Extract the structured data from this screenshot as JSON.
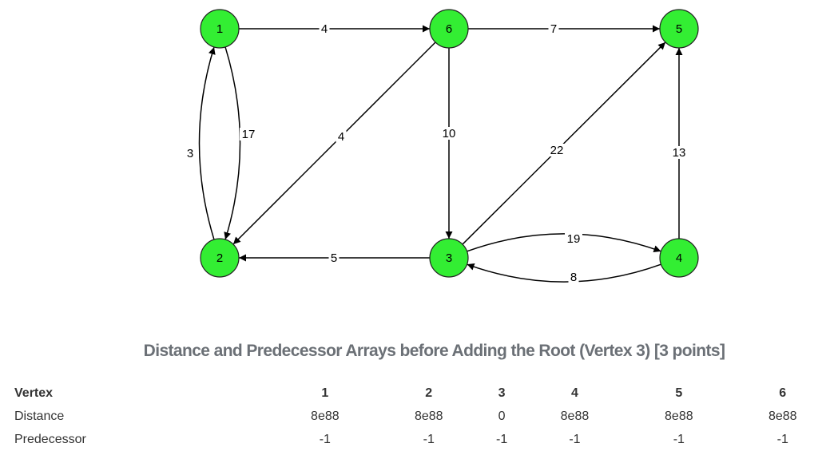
{
  "graph": {
    "nodes": [
      {
        "id": "1",
        "label": "1"
      },
      {
        "id": "6",
        "label": "6"
      },
      {
        "id": "5",
        "label": "5"
      },
      {
        "id": "2",
        "label": "2"
      },
      {
        "id": "3",
        "label": "3"
      },
      {
        "id": "4",
        "label": "4"
      }
    ],
    "edges": [
      {
        "from": "1",
        "to": "6",
        "weight": "4"
      },
      {
        "from": "6",
        "to": "5",
        "weight": "7"
      },
      {
        "from": "1",
        "to": "2",
        "weight": "17"
      },
      {
        "from": "2",
        "to": "1",
        "weight": "3"
      },
      {
        "from": "6",
        "to": "2",
        "weight": "4"
      },
      {
        "from": "6",
        "to": "3",
        "weight": "10"
      },
      {
        "from": "3",
        "to": "5",
        "weight": "22"
      },
      {
        "from": "4",
        "to": "5",
        "weight": "13"
      },
      {
        "from": "3",
        "to": "2",
        "weight": "5"
      },
      {
        "from": "4",
        "to": "3",
        "weight": "19"
      },
      {
        "from": "3",
        "to": "4",
        "weight": "8"
      }
    ],
    "node_fill": "#33ee33"
  },
  "title": "Distance and Predecessor Arrays before Adding the Root (Vertex 3) [3 points]",
  "table": {
    "header": [
      "Vertex",
      "1",
      "2",
      "3",
      "4",
      "5",
      "6"
    ],
    "rows": [
      [
        "Distance",
        "8e88",
        "8e88",
        "0",
        "8e88",
        "8e88",
        "8e88"
      ],
      [
        "Predecessor",
        "-1",
        "-1",
        "-1",
        "-1",
        "-1",
        "-1"
      ]
    ]
  }
}
